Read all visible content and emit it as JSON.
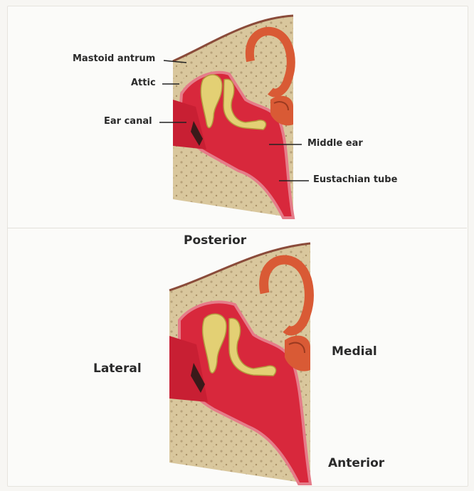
{
  "top_diagram": {
    "labels": {
      "mastoid_antrum": "Mastoid antrum",
      "attic": "Attic",
      "ear_canal": "Ear canal",
      "middle_ear": "Middle ear",
      "eustachian_tube": "Eustachian tube"
    }
  },
  "bottom_diagram": {
    "labels": {
      "posterior": "Posterior",
      "lateral": "Lateral",
      "medial": "Medial",
      "anterior": "Anterior"
    }
  },
  "colors": {
    "bone": "#d9c79d",
    "bone_dark": "#b8a27a",
    "tissue_red": "#d8283c",
    "tissue_pink": "#e57c89",
    "ossicle": "#e3d074",
    "cochlea": "#d95a35"
  }
}
